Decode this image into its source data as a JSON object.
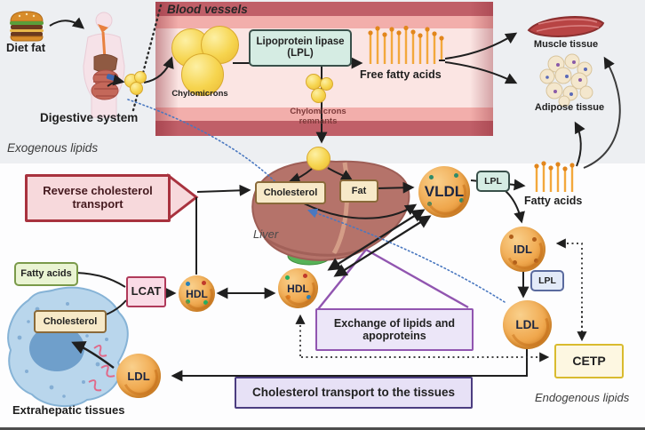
{
  "regions": {
    "exogenous_label": "Exogenous lipids",
    "endogenous_label": "Endogenous lipids",
    "blood_vessels_label": "Blood vessels"
  },
  "exogenous_pathway": {
    "diet_fat": "Diet fat",
    "digestive_system": "Digestive system",
    "chylomicrons": "Chylomicrons",
    "lipoprotein_lipase": "Lipoprotein lipase (LPL)",
    "chylomicron_remnants": "Chylomicrons remnants",
    "free_fatty_acids": "Free fatty acids",
    "muscle_tissue": "Muscle tissue",
    "adipose_tissue": "Adipose tissue"
  },
  "liver": {
    "label": "Liver",
    "cholesterol": "Cholesterol",
    "fat": "Fat"
  },
  "endogenous_pathway": {
    "vldl": "VLDL",
    "idl": "IDL",
    "ldl": "LDL",
    "lpl_vldl": "LPL",
    "lpl_idl": "LPL",
    "fatty_acids": "Fatty acids",
    "cetp": "CETP"
  },
  "reverse_transport": {
    "hdl_left": "HDL",
    "hdl_center": "HDL",
    "lcat": "LCAT",
    "fatty_acids": "Fatty acids",
    "cholesterol": "Cholesterol",
    "ldl": "LDL",
    "extrahepatic_tissues": "Extrahepatic tissues"
  },
  "callouts": {
    "reverse_cholesterol_transport": "Reverse cholesterol transport",
    "exchange_of_lipids": "Exchange of lipids and apoproteins",
    "cholesterol_transport": "Cholesterol transport to the tissues"
  },
  "colors": {
    "vessel_dark": "#c05f68",
    "vessel_mid": "#f2aeab",
    "vessel_light": "#fbe5e3",
    "sphere_orange": "#efa04b",
    "teal_box": "#d5ece3",
    "blue_box": "#e3eaf8",
    "pink_box": "#f8dade",
    "purple_box": "#ece6f8",
    "yellow_box": "#fdf7e1",
    "green_box": "#eaf4d3",
    "tan_box": "#f7e9c8",
    "blue_dotted": "#4a78c0",
    "callout_red_border": "#a8323e",
    "purple_border": "#9155b0",
    "dark_purple_border": "#4b3d80"
  }
}
